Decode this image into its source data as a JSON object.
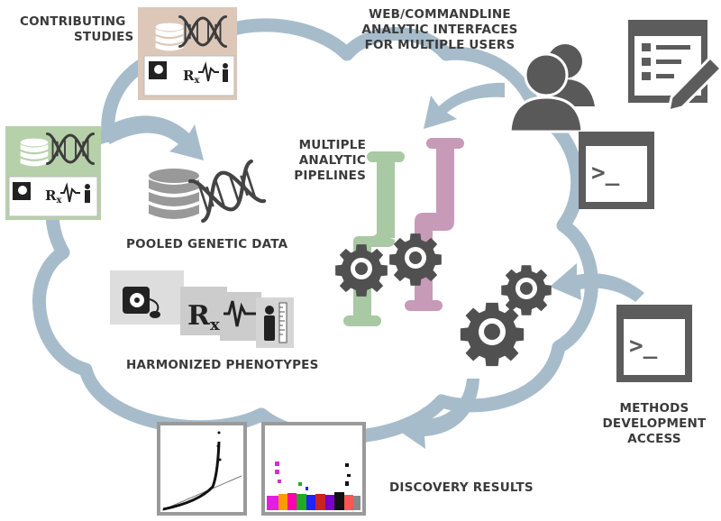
{
  "labels": {
    "contributing_studies": [
      "CONTRIBUTING",
      "STUDIES"
    ],
    "interfaces": [
      "WEB/COMMANDLINE",
      "ANALYTIC INTERFACES",
      "FOR MULTIPLE USERS"
    ],
    "pipelines": [
      "MULTIPLE",
      "ANALYTIC",
      "PIPELINES"
    ],
    "pooled": "POOLED GENETIC DATA",
    "harmonized": "HARMONIZED PHENOTYPES",
    "methods": [
      "METHODS",
      "DEVELOPMENT",
      "ACCESS"
    ],
    "discovery": "DISCOVERY RESULTS",
    "rx": "R",
    "rx_sub": "x",
    "prompt": ">_"
  },
  "colors": {
    "cloud": "#a7bccb",
    "study_tan": "#dcc7b8",
    "study_green": "#b6d1a9",
    "pipe_green": "#a8c9a3",
    "pipe_pink": "#c79ab8",
    "icon_gray": "#595959",
    "gear_dark": "#505050"
  },
  "icons": [
    "database-icon",
    "dna-helix-icon",
    "blood-pressure-icon",
    "prescription-icon",
    "ecg-icon",
    "height-ruler-icon",
    "users-icon",
    "form-edit-icon",
    "terminal-icon",
    "gear-icon",
    "qq-plot-icon",
    "manhattan-plot-icon"
  ]
}
